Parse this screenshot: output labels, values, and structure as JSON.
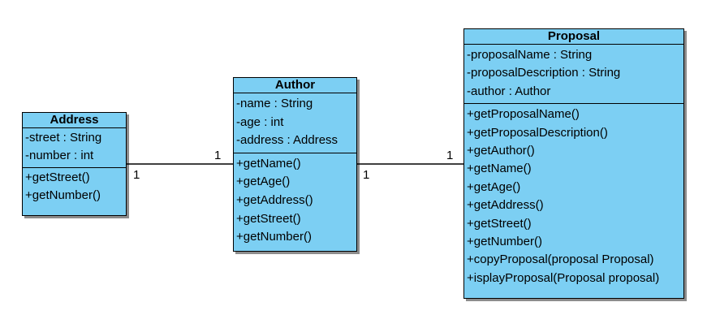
{
  "classes": {
    "address": {
      "name": "Address",
      "attributes": [
        "-street : String",
        "-number : int"
      ],
      "methods": [
        "+getStreet()",
        "+getNumber()"
      ]
    },
    "author": {
      "name": "Author",
      "attributes": [
        "-name : String",
        "-age : int",
        "-address : Address"
      ],
      "methods": [
        "+getName()",
        "+getAge()",
        "+getAddress()",
        "+getStreet()",
        "+getNumber()"
      ]
    },
    "proposal": {
      "name": "Proposal",
      "attributes": [
        "-proposalName : String",
        "-proposalDescription : String",
        "-author : Author"
      ],
      "methods": [
        "+getProposalName()",
        "+getProposalDescription()",
        "+getAuthor()",
        "+getName()",
        "+getAge()",
        "+getAddress()",
        "+getStreet()",
        "+getNumber()",
        "+copyProposal(proposal Proposal)",
        "+isplayProposal(Proposal proposal)"
      ]
    }
  },
  "associations": {
    "address_author": {
      "address_end": "1",
      "author_end": "1"
    },
    "author_proposal": {
      "author_end": "1",
      "proposal_end": "1"
    }
  },
  "colors": {
    "class_fill": "#7ccff3",
    "border": "#000000"
  }
}
